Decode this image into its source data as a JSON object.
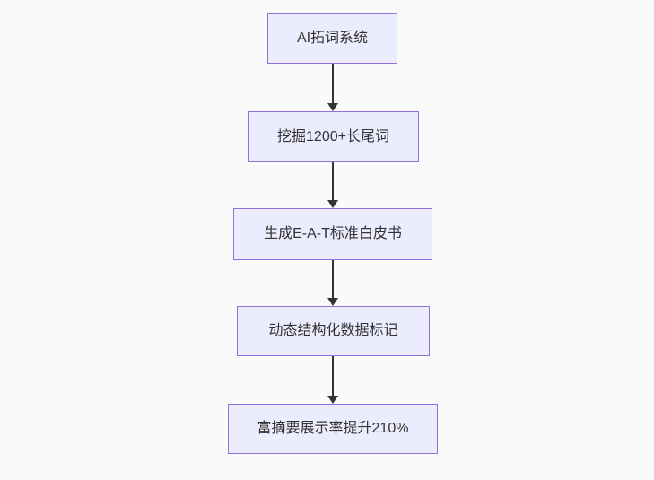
{
  "colors": {
    "page_background": "#fafafa",
    "node_fill": "#ECECFF",
    "node_border": "#9370DB",
    "text": "#333333",
    "arrow": "#333333"
  },
  "flowchart": {
    "type": "flowchart-top-down",
    "nodes": [
      {
        "label": "AI拓词系统"
      },
      {
        "label": "挖掘1200+长尾词"
      },
      {
        "label": "生成E-A-T标准白皮书"
      },
      {
        "label": "动态结构化数据标记"
      },
      {
        "label": "富摘要展示率提升210%"
      }
    ],
    "edges": [
      {
        "from": 0,
        "to": 1,
        "style": "arrow-down"
      },
      {
        "from": 1,
        "to": 2,
        "style": "arrow-down"
      },
      {
        "from": 2,
        "to": 3,
        "style": "arrow-down"
      },
      {
        "from": 3,
        "to": 4,
        "style": "arrow-down"
      }
    ]
  }
}
